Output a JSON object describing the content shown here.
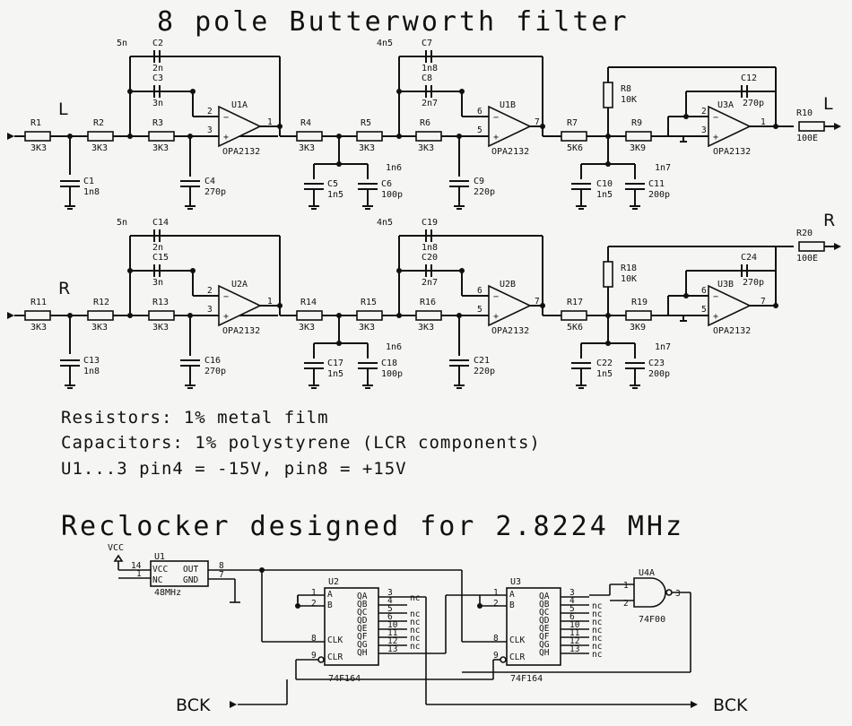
{
  "title": "8 pole Butterworth filter",
  "channel_left": "L",
  "channel_right": "R",
  "notes": {
    "resistors": "Resistors: 1% metal film",
    "capacitors": "Capacitors: 1% polystyrene (LCR components)",
    "power": "U1...3 pin4 = -15V, pin8 = +15V"
  },
  "reclocker_title": "Reclocker designed for 2.8224 MHz",
  "left": {
    "R1": {
      "name": "R1",
      "value": "3K3"
    },
    "R2": {
      "name": "R2",
      "value": "3K3"
    },
    "R3": {
      "name": "R3",
      "value": "3K3"
    },
    "R4": {
      "name": "R4",
      "value": "3K3"
    },
    "R5": {
      "name": "R5",
      "value": "3K3"
    },
    "R6": {
      "name": "R6",
      "value": "3K3"
    },
    "R7": {
      "name": "R7",
      "value": "5K6"
    },
    "R8": {
      "name": "R8",
      "value": "10K"
    },
    "R9": {
      "name": "R9",
      "value": "3K9"
    },
    "R10": {
      "name": "R10",
      "value": "100E"
    },
    "C1": {
      "name": "C1",
      "value": "1n8"
    },
    "C2": {
      "name": "C2",
      "value": "2n"
    },
    "C3": {
      "name": "C3",
      "value": "3n"
    },
    "C4": {
      "name": "C4",
      "value": "270p"
    },
    "C5": {
      "name": "C5",
      "value": "1n5"
    },
    "C6": {
      "name": "C6",
      "value": "100p"
    },
    "C7": {
      "name": "C7",
      "value": "1n8"
    },
    "C8": {
      "name": "C8",
      "value": "2n7"
    },
    "C9": {
      "name": "C9",
      "value": "220p"
    },
    "C10": {
      "name": "C10",
      "value": "1n5"
    },
    "C11": {
      "name": "C11",
      "value": "200p"
    },
    "C12": {
      "name": "C12",
      "value": "270p"
    },
    "sum1": "5n",
    "sum2": "4n5",
    "sum3": "1n6",
    "sum4": "1n7",
    "U1": {
      "name": "U1A",
      "type": "OPA2132",
      "pin_inv": "2",
      "pin_noninv": "3",
      "pin_out": "1"
    },
    "U2": {
      "name": "U1B",
      "type": "OPA2132",
      "pin_inv": "6",
      "pin_noninv": "5",
      "pin_out": "7"
    },
    "U3": {
      "name": "U3A",
      "type": "OPA2132",
      "pin_inv": "2",
      "pin_noninv": "3",
      "pin_out": "1"
    }
  },
  "right": {
    "R1": {
      "name": "R11",
      "value": "3K3"
    },
    "R2": {
      "name": "R12",
      "value": "3K3"
    },
    "R3": {
      "name": "R13",
      "value": "3K3"
    },
    "R4": {
      "name": "R14",
      "value": "3K3"
    },
    "R5": {
      "name": "R15",
      "value": "3K3"
    },
    "R6": {
      "name": "R16",
      "value": "3K3"
    },
    "R7": {
      "name": "R17",
      "value": "5K6"
    },
    "R8": {
      "name": "R18",
      "value": "10K"
    },
    "R9": {
      "name": "R19",
      "value": "3K9"
    },
    "R10": {
      "name": "R20",
      "value": "100E"
    },
    "C1": {
      "name": "C13",
      "value": "1n8"
    },
    "C2": {
      "name": "C14",
      "value": "2n"
    },
    "C3": {
      "name": "C15",
      "value": "3n"
    },
    "C4": {
      "name": "C16",
      "value": "270p"
    },
    "C5": {
      "name": "C17",
      "value": "1n5"
    },
    "C6": {
      "name": "C18",
      "value": "100p"
    },
    "C7": {
      "name": "C19",
      "value": "1n8"
    },
    "C8": {
      "name": "C20",
      "value": "2n7"
    },
    "C9": {
      "name": "C21",
      "value": "220p"
    },
    "C10": {
      "name": "C22",
      "value": "1n5"
    },
    "C11": {
      "name": "C23",
      "value": "200p"
    },
    "C12": {
      "name": "C24",
      "value": "270p"
    },
    "sum1": "5n",
    "sum2": "4n5",
    "sum3": "1n6",
    "sum4": "1n7",
    "U1": {
      "name": "U2A",
      "type": "OPA2132",
      "pin_inv": "2",
      "pin_noninv": "3",
      "pin_out": "1"
    },
    "U2": {
      "name": "U2B",
      "type": "OPA2132",
      "pin_inv": "6",
      "pin_noninv": "5",
      "pin_out": "7"
    },
    "U3": {
      "name": "U3B",
      "type": "OPA2132",
      "pin_inv": "6",
      "pin_noninv": "5",
      "pin_out": "7"
    }
  },
  "osc": {
    "ref": "U1",
    "vcc": "VCC",
    "freq": "48MHz",
    "pin14": "14",
    "pin1": "1",
    "pin8": "8",
    "pin7": "7",
    "l_vcc": "VCC",
    "l_nc": "NC",
    "l_out": "OUT",
    "l_gnd": "GND"
  },
  "shift1": {
    "ref": "U2",
    "type": "74F164",
    "pins_left": [
      "1",
      "2",
      "8",
      "9"
    ],
    "labels_left": [
      "A",
      "B",
      "CLK",
      "CLR"
    ],
    "labels_right": [
      "QA",
      "QB",
      "QC",
      "QD",
      "QE",
      "QF",
      "QG",
      "QH"
    ],
    "pins_right": [
      "3",
      "4",
      "5",
      "6",
      "10",
      "11",
      "12",
      "13"
    ],
    "nc": [
      "nc",
      "",
      "nc",
      "nc",
      "nc",
      "nc",
      "nc",
      ""
    ]
  },
  "shift2": {
    "ref": "U3",
    "type": "74F164",
    "pins_left": [
      "1",
      "2",
      "8",
      "9"
    ],
    "labels_left": [
      "A",
      "B",
      "CLK",
      "CLR"
    ],
    "labels_right": [
      "QA",
      "QB",
      "QC",
      "QD",
      "QE",
      "QF",
      "QG",
      "QH"
    ],
    "pins_right": [
      "3",
      "4",
      "5",
      "6",
      "10",
      "11",
      "12",
      "13"
    ],
    "nc": [
      "",
      "nc",
      "nc",
      "nc",
      "nc",
      "nc",
      "nc",
      "nc"
    ]
  },
  "nand": {
    "ref": "U4A",
    "type": "74F00",
    "pin1": "1",
    "pin2": "2",
    "pin3": "3"
  },
  "bck_in": "BCK",
  "bck_out": "BCK"
}
